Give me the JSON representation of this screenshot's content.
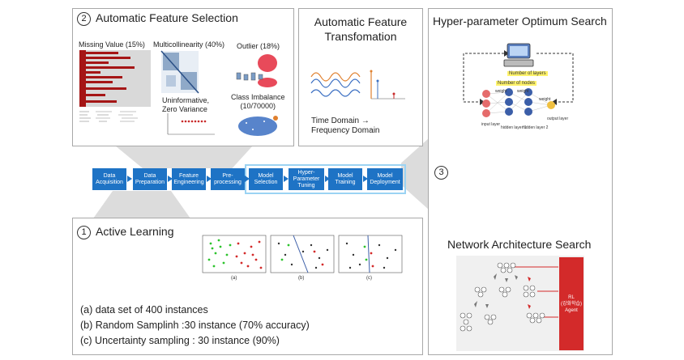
{
  "feature_selection": {
    "number": "2",
    "title": "Automatic Feature Selection",
    "missing_value": "Missing Value (15%)",
    "multicollinearity": "Multicollinearity (40%)",
    "outlier": "Outlier (18%)",
    "uninformative_line1": "Uninformative,",
    "uninformative_line2": "Zero Variance",
    "imbalance_line1": "Class Imbalance",
    "imbalance_line2": "(10/70000)"
  },
  "feature_transformation": {
    "title_line1": "Automatic Feature",
    "title_line2": "Transfomation",
    "caption_line1": "Time Domain →",
    "caption_line2": "Frequency Domain"
  },
  "hyperparameter": {
    "title": "Hyper-parameter Optimum Search",
    "number_of_layers": "Number of layers",
    "number_of_nodes": "Number of nodes",
    "weight1": "weight",
    "weight2": "weight",
    "weight3": "weight",
    "input_layer": "input layer",
    "hidden1": "hidden layer 1",
    "hidden2": "hidden layer 2",
    "output_layer": "output layer"
  },
  "pipeline": {
    "number": "3",
    "steps": [
      {
        "line1": "Data",
        "line2": "Acquisition"
      },
      {
        "line1": "Data",
        "line2": "Preparation"
      },
      {
        "line1": "Feature",
        "line2": "Engineering"
      },
      {
        "line1": "Pre-",
        "line2": "processing"
      },
      {
        "line1": "Model",
        "line2": "Selection"
      },
      {
        "line1": "Hyper-",
        "line2": "Parameter",
        "line3": "Tuning"
      },
      {
        "line1": "Model",
        "line2": "Training"
      },
      {
        "line1": "Model",
        "line2": "Deployment"
      }
    ],
    "highlight_color": "#9bd3f3",
    "step_color": "#1e73c5"
  },
  "active_learning": {
    "number": "1",
    "title": "Active Learning",
    "plot_labels": [
      "(a)",
      "(b)",
      "(c)"
    ],
    "legend": [
      "(a) data set of 400 instances",
      "(b) Random Samplinh :30 instance (70% accuracy)",
      "(c) Uncertainty sampling : 30 instance (90%)"
    ]
  },
  "nas": {
    "title": "Network Architecture Search",
    "agent_line1": "RL",
    "agent_line2": "(강화학습)",
    "agent_line3": "Agent",
    "agent_color": "#d32a2a"
  }
}
